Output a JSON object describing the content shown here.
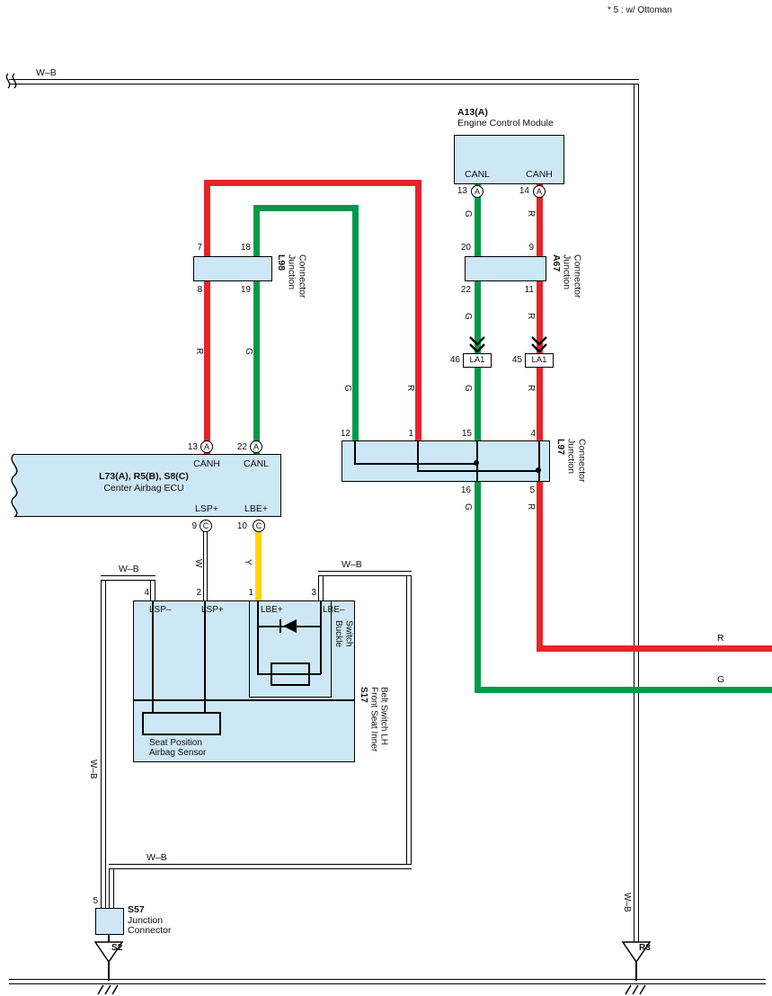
{
  "note": "* 5 : w/ Ottoman",
  "labels": {
    "wb": "W–B",
    "w": "W",
    "y": "Y",
    "r": "R",
    "g": "G"
  },
  "a13": {
    "code": "A13(A)",
    "name": "Engine Control Module",
    "canl": "CANL",
    "canh": "CANH",
    "pin_canl": "13",
    "pin_canh": "14",
    "conn": "A"
  },
  "a67": {
    "code": "A67",
    "name1": "Junction",
    "name2": "Connector",
    "pin_t1": "20",
    "pin_t2": "9",
    "pin_b1": "22",
    "pin_b2": "11"
  },
  "la1": {
    "name": "LA1",
    "pin_left": "46",
    "pin_right": "45"
  },
  "l97": {
    "code": "L97",
    "name1": "Junction",
    "name2": "Connector",
    "pin_t1": "12",
    "pin_t2": "1",
    "pin_t3": "15",
    "pin_t4": "4",
    "pin_b1": "16",
    "pin_b2": "5"
  },
  "l98": {
    "code": "L98",
    "name1": "Junction",
    "name2": "Connector",
    "pin_t1": "7",
    "pin_t2": "18",
    "pin_b1": "8",
    "pin_b2": "19"
  },
  "ecu": {
    "code": "L73(A), R5(B), S8(C)",
    "name": "Center Airbag ECU",
    "canh": "CANH",
    "canl": "CANL",
    "lsp": "LSP+",
    "lbe": "LBE+",
    "pin_canh": "13",
    "pin_canl": "22",
    "pin_lsp": "9",
    "pin_lbe": "10",
    "conn_a": "A",
    "conn_c": "C"
  },
  "s17": {
    "code": "S17",
    "name1": "Front Seat Inner",
    "name2": "Belt Switch LH",
    "pin4": "4",
    "pin2": "2",
    "pin1": "1",
    "pin3": "3",
    "lsp_minus": "LSP–",
    "lsp_plus": "LSP+",
    "lbe_plus": "LBE+",
    "lbe_minus": "LBE–",
    "buckle1": "Buckle",
    "buckle2": "Switch",
    "sensor1": "Seat Position",
    "sensor2": "Airbag Sensor"
  },
  "s57": {
    "code": "S57",
    "name1": "Junction",
    "name2": "Connector",
    "pin": "5"
  },
  "grounds": {
    "left": "S2",
    "right": "R3"
  }
}
